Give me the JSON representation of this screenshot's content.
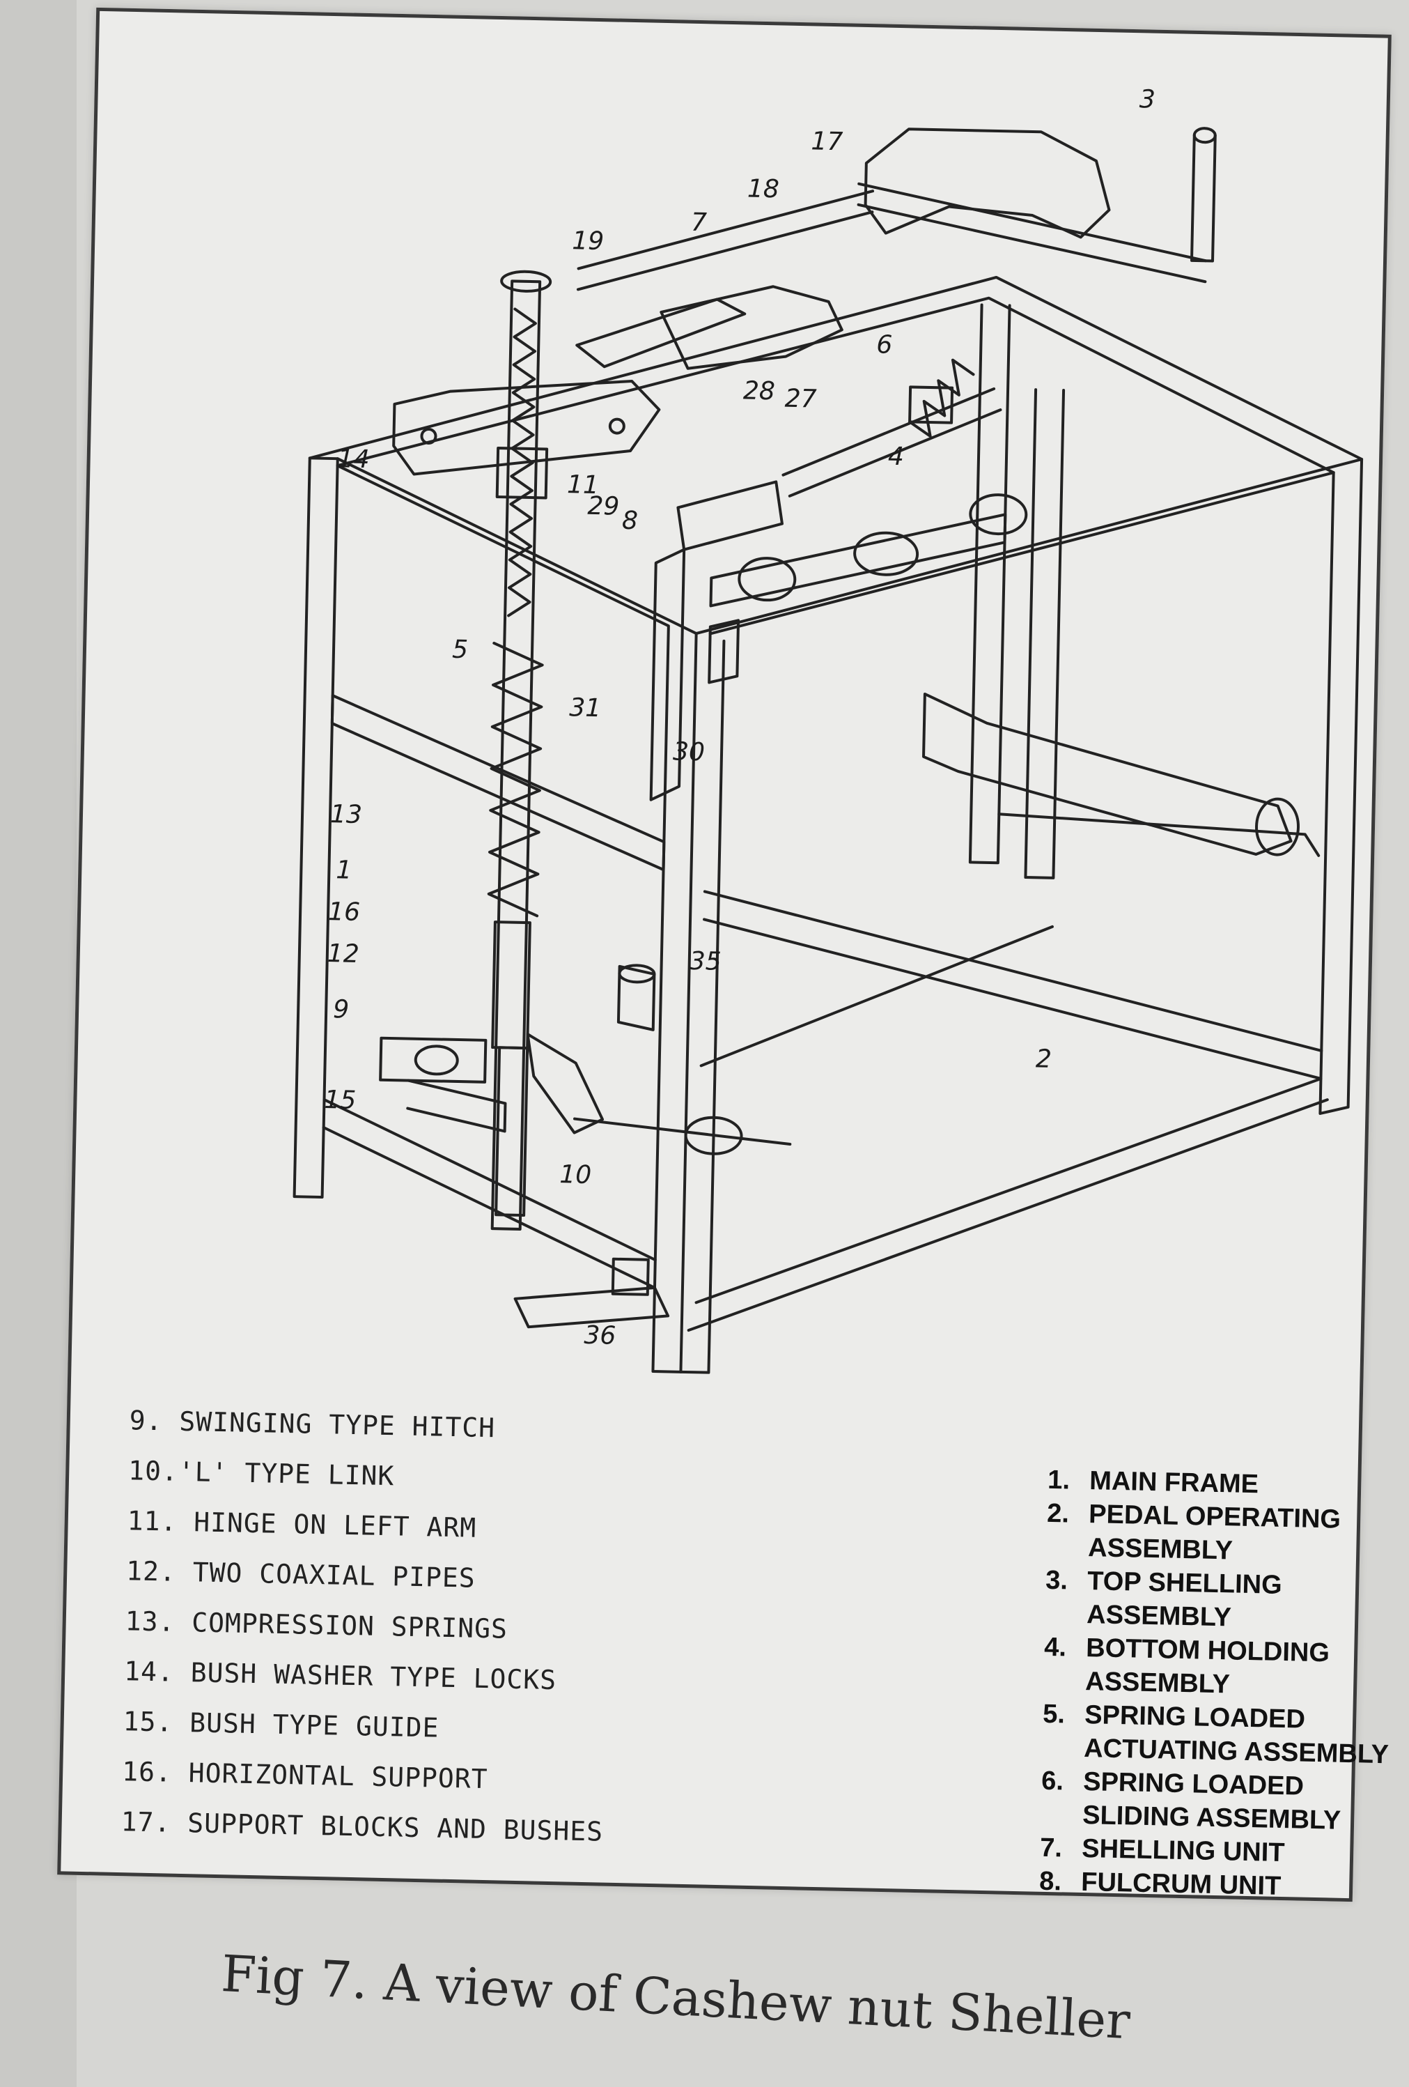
{
  "callouts": [
    {
      "id": "1",
      "text": "1"
    },
    {
      "id": "2",
      "text": "2"
    },
    {
      "id": "3",
      "text": "3"
    },
    {
      "id": "4",
      "text": "4"
    },
    {
      "id": "5",
      "text": "5"
    },
    {
      "id": "6",
      "text": "6"
    },
    {
      "id": "7",
      "text": "7"
    },
    {
      "id": "8",
      "text": "8"
    },
    {
      "id": "9",
      "text": "9"
    },
    {
      "id": "10",
      "text": "10"
    },
    {
      "id": "11",
      "text": "11"
    },
    {
      "id": "12",
      "text": "12"
    },
    {
      "id": "13",
      "text": "13"
    },
    {
      "id": "14",
      "text": "14"
    },
    {
      "id": "15",
      "text": "15"
    },
    {
      "id": "16",
      "text": "16"
    },
    {
      "id": "17",
      "text": "17"
    },
    {
      "id": "18",
      "text": "18"
    },
    {
      "id": "19",
      "text": "19"
    },
    {
      "id": "27",
      "text": "27"
    },
    {
      "id": "28",
      "text": "28"
    },
    {
      "id": "29",
      "text": "29"
    },
    {
      "id": "30",
      "text": "30"
    },
    {
      "id": "31",
      "text": "31"
    },
    {
      "id": "35",
      "text": "35"
    },
    {
      "id": "36",
      "text": "36"
    }
  ],
  "legend_left": [
    "9. SWINGING TYPE HITCH",
    "10.'L' TYPE LINK",
    "11. HINGE ON LEFT ARM",
    "12. TWO COAXIAL PIPES",
    "13. COMPRESSION SPRINGS",
    "14. BUSH WASHER TYPE LOCKS",
    "15. BUSH TYPE GUIDE",
    "16. HORIZONTAL SUPPORT",
    "17. SUPPORT BLOCKS AND BUSHES"
  ],
  "legend_right": [
    {
      "num": "1.",
      "text": "MAIN FRAME",
      "cont": ""
    },
    {
      "num": "2.",
      "text": "PEDAL OPERATING",
      "cont": "ASSEMBLY"
    },
    {
      "num": "3.",
      "text": "TOP SHELLING",
      "cont": "ASSEMBLY"
    },
    {
      "num": "4.",
      "text": "BOTTOM HOLDING",
      "cont": "ASSEMBLY"
    },
    {
      "num": "5.",
      "text": "SPRING LOADED",
      "cont": "ACTUATING ASSEMBLY"
    },
    {
      "num": "6.",
      "text": "SPRING LOADED",
      "cont": "SLIDING ASSEMBLY"
    },
    {
      "num": "7.",
      "text": "SHELLING UNIT",
      "cont": ""
    },
    {
      "num": "8.",
      "text": "FULCRUM UNIT",
      "cont": ""
    }
  ],
  "caption": "Fig 7. A view of Cashew nut Sheller"
}
